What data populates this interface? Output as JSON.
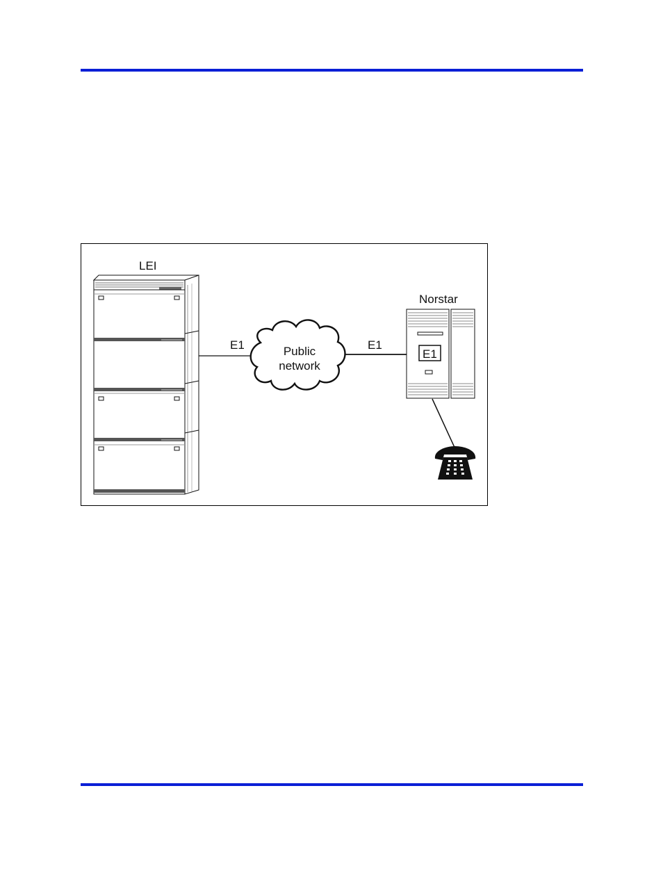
{
  "diagram": {
    "lei_label": "LEI",
    "norstar_label": "Norstar",
    "left_link_label": "E1",
    "right_link_label": "E1",
    "cloud_label_line1": "Public",
    "cloud_label_line2": "network",
    "card_label": "E1"
  },
  "icons": [
    "lei-cabinet-icon",
    "cloud-icon",
    "norstar-unit-icon",
    "telephone-icon"
  ],
  "colors": {
    "rule": "#0a1fd6",
    "line": "#000000"
  }
}
